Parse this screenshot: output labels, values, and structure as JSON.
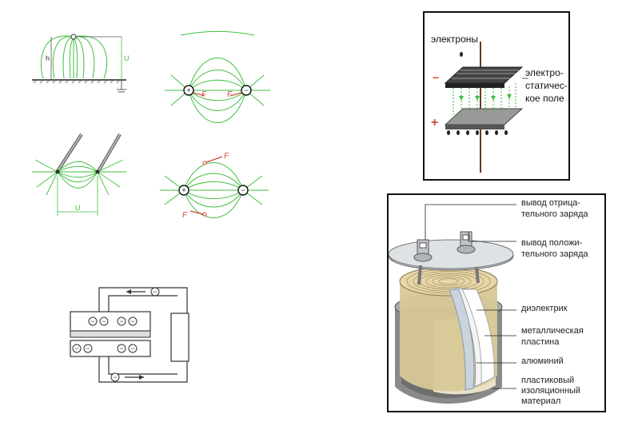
{
  "field_diagrams": {
    "point_over_ground": {
      "height_label": "h",
      "voltage_label": "U"
    },
    "opposite_charges": {
      "force_left": "F",
      "force_right": "F",
      "sign_left": "+",
      "sign_right": "−"
    },
    "two_electrodes": {
      "voltage_label": "U"
    },
    "test_charges": {
      "force_top": "F",
      "force_bottom": "F",
      "sign_left": "+",
      "sign_right": "−"
    }
  },
  "circuit": {
    "electron_symbol": "−"
  },
  "plate_capacitor": {
    "electrons_label": "электроны",
    "field_label": [
      "электро-",
      "статичес-",
      "кое поле"
    ],
    "minus_sign": "−",
    "plus_sign": "+"
  },
  "electrolytic_capacitor": {
    "labels": {
      "negative_terminal": [
        "вывод отрица-",
        "тельного заряда"
      ],
      "positive_terminal": [
        "вывод положи-",
        "тельного заряда"
      ],
      "dielectric": "диэлектрик",
      "metal_plate": [
        "металлическая",
        "пластина"
      ],
      "aluminum": "алюминий",
      "plastic_insulation": [
        "пластиковый",
        "изоляционный",
        "материал"
      ]
    }
  },
  "colors": {
    "field_line": "#3fbf3f",
    "force_arrow": "#d24a3a",
    "frame": "#111111"
  }
}
